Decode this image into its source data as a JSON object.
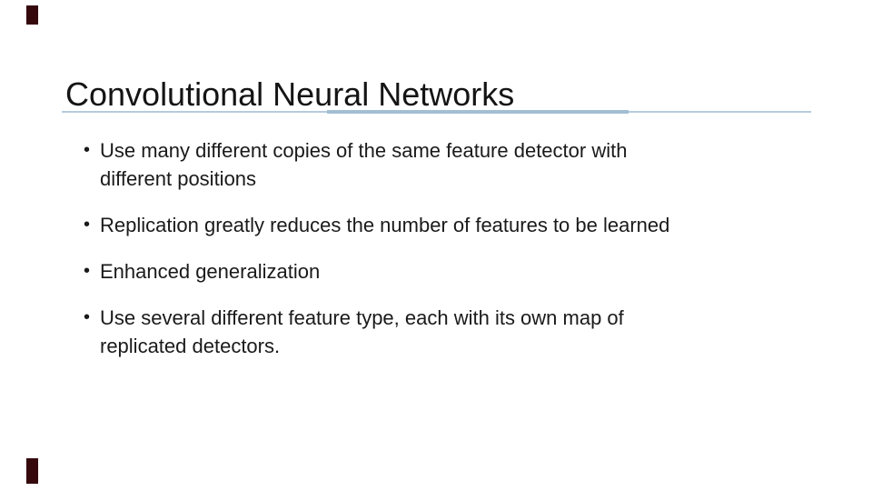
{
  "slide": {
    "title": "Convolutional Neural Networks",
    "bullet_char": "•",
    "bullets": [
      {
        "lines": [
          "Use many different copies of the same feature detector with",
          "different positions"
        ]
      },
      {
        "lines": [
          "Replication greatly reduces the number of features to be learned"
        ]
      },
      {
        "lines": [
          "Enhanced generalization"
        ]
      },
      {
        "lines": [
          "Use several different feature type, each with its own map of",
          "replicated detectors."
        ]
      }
    ],
    "colors": {
      "background": "#ffffff",
      "title_text": "#141414",
      "body_text": "#1a1a1a",
      "divider_thin": "#b6cbdc",
      "divider_thick": "#a3bed3",
      "corner_mark": "#35090c"
    }
  }
}
